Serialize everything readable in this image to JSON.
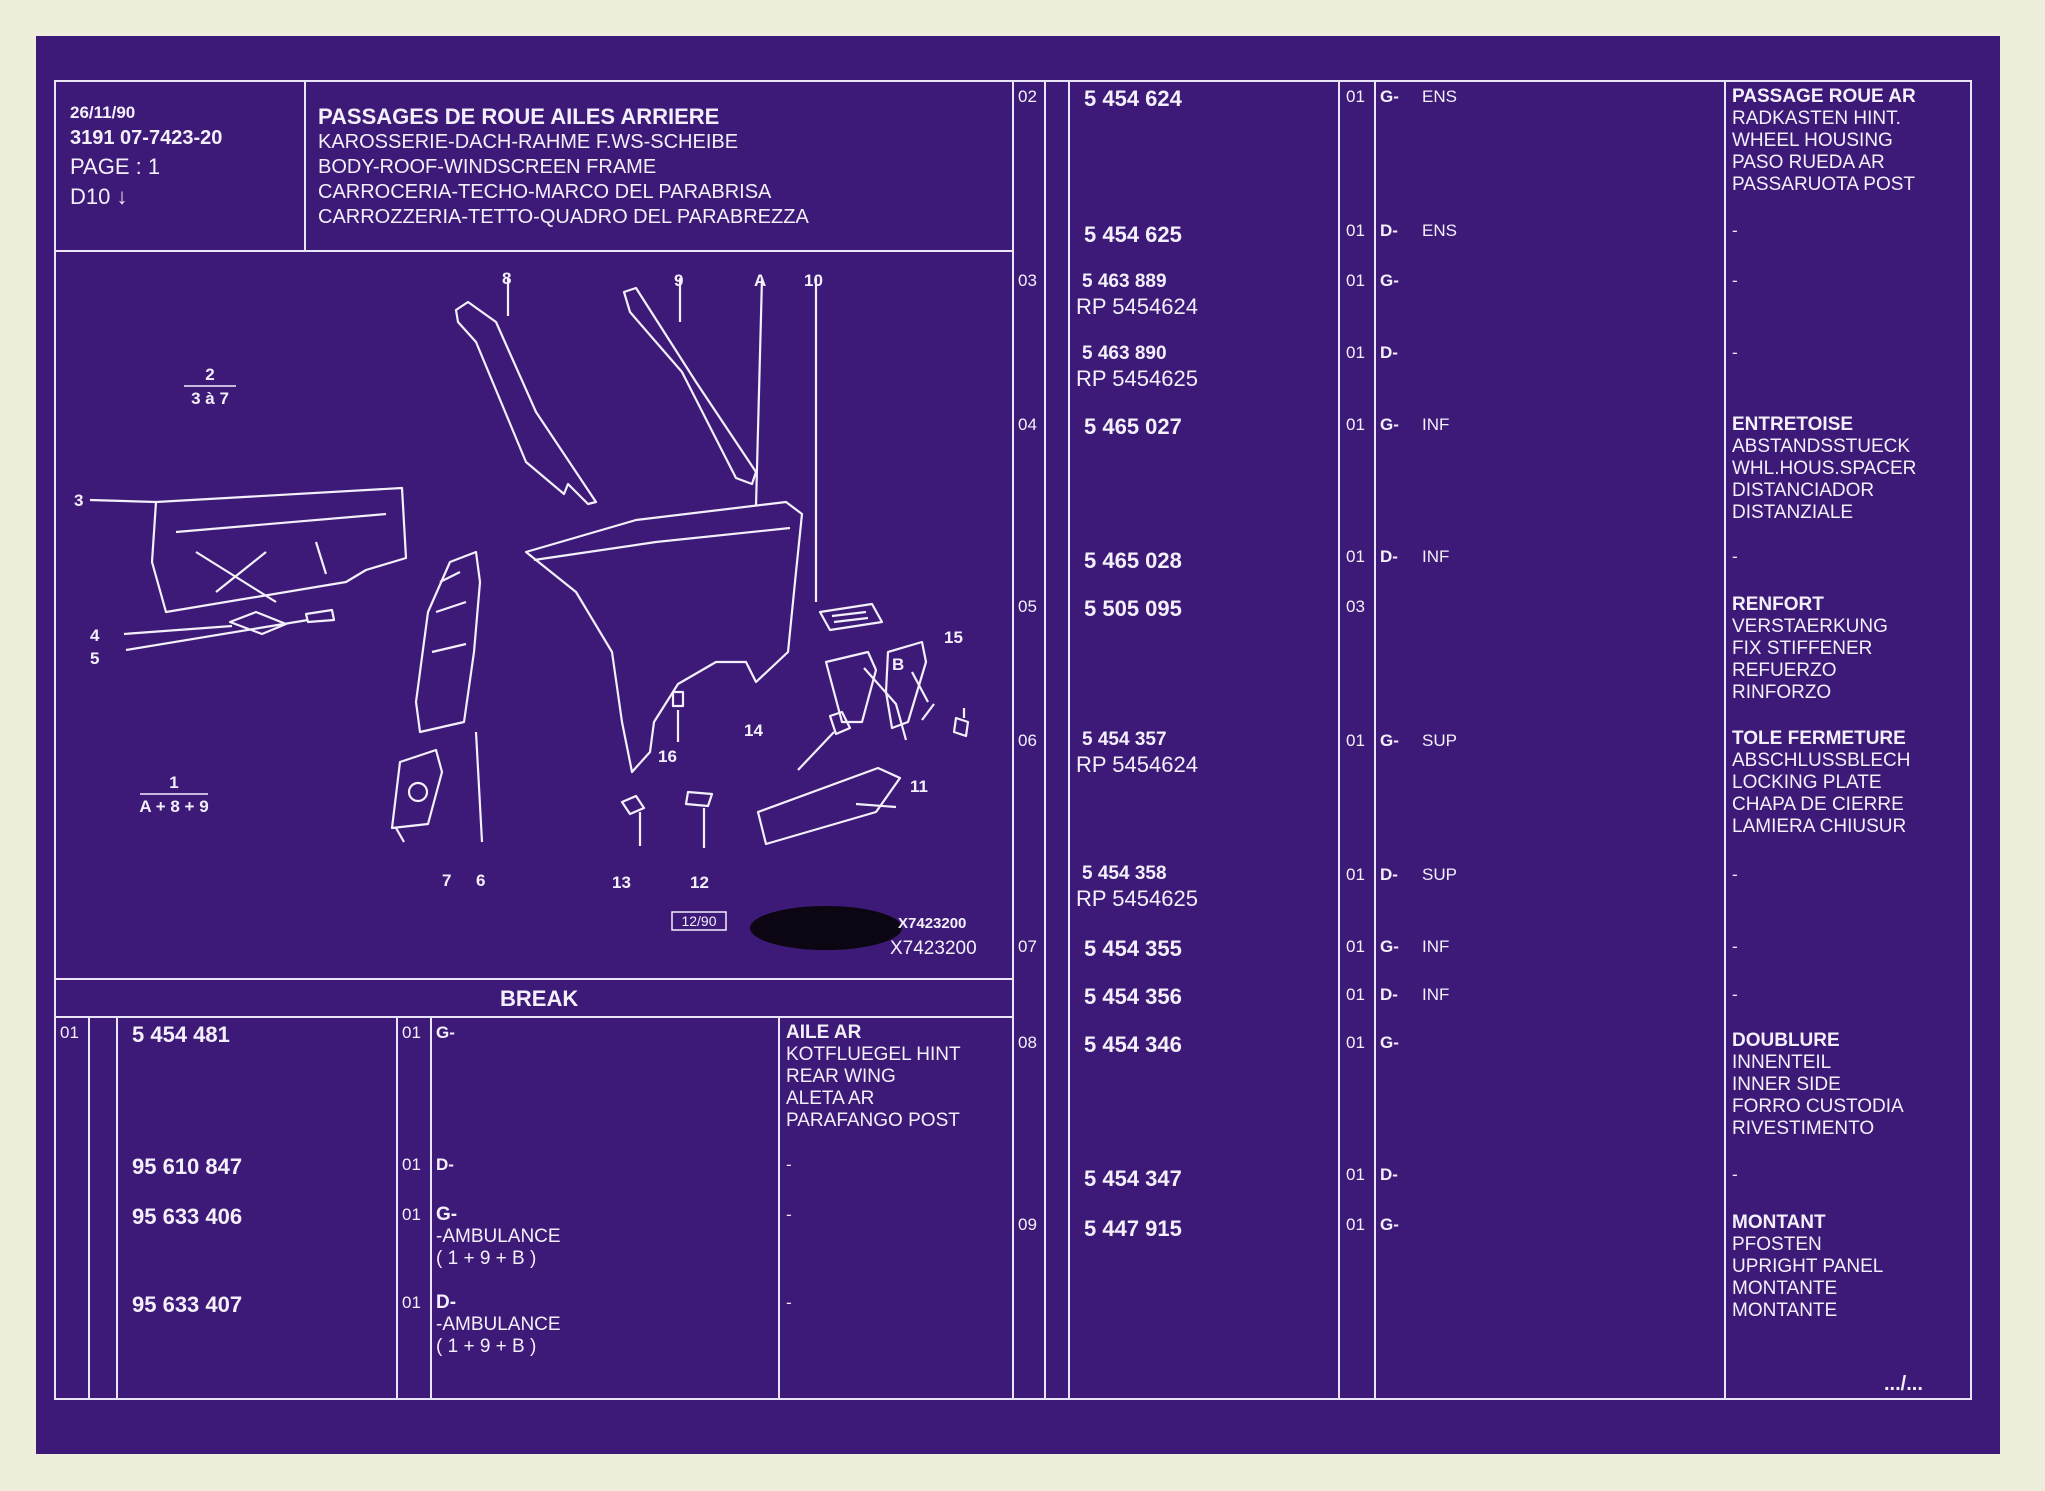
{
  "header": {
    "date": "26/11/90",
    "reference": "3191 07-7423-20",
    "page": "PAGE : 1",
    "section": "D10 ↓",
    "title": "PASSAGES DE ROUE   AILES ARRIERE",
    "subtitles": [
      "KAROSSERIE-DACH-RAHME F.WS-SCHEIBE",
      "BODY-ROOF-WINDSCREEN FRAME",
      "CARROCERIA-TECHO-MARCO DEL PARABRISA",
      "CARROZZERIA-TETTO-QUADRO DEL PARABREZZA"
    ]
  },
  "diagram": {
    "labels": {
      "group2_top": "2",
      "group2_bottom": "3 à 7",
      "group1_top": "1",
      "group1_bottom": "A + 8 + 9",
      "n3": "3",
      "n4": "4",
      "n5": "5",
      "n6": "6",
      "n7": "7",
      "n8": "8",
      "n9": "9",
      "nA": "A",
      "n10": "10",
      "nB": "B",
      "n11": "11",
      "n12": "12",
      "n13": "13",
      "n14": "14",
      "n15": "15",
      "n16": "16"
    },
    "date_box": "12/90",
    "code_small": "X7423200",
    "code_large": "X7423200"
  },
  "break_section": {
    "title": "BREAK",
    "rows": [
      {
        "ref": "01",
        "part": "5 454 481",
        "qty": "01",
        "side": "G-",
        "extra": [],
        "desc_bold": "AILE AR",
        "desc": [
          "KOTFLUEGEL HINT",
          "REAR WING",
          "ALETA AR",
          "PARAFANGO POST"
        ]
      },
      {
        "ref": "",
        "part": "95 610 847",
        "qty": "01",
        "side": "D-",
        "extra": [],
        "desc_bold": "",
        "desc": [
          "-"
        ]
      },
      {
        "ref": "",
        "part": "95 633 406",
        "qty": "01",
        "side": "G-",
        "extra": [
          "-AMBULANCE",
          "( 1 + 9 + B )"
        ],
        "desc_bold": "",
        "desc": [
          "-"
        ]
      },
      {
        "ref": "",
        "part": "95 633 407",
        "qty": "01",
        "side": "D-",
        "extra": [
          "-AMBULANCE",
          "( 1 + 9 + B )"
        ],
        "desc_bold": "",
        "desc": [
          "-"
        ]
      }
    ]
  },
  "parts": [
    {
      "ref": "02",
      "part": "5 454 624",
      "rp": "",
      "qty": "01",
      "side": "G-",
      "variant": "ENS",
      "desc_bold": "PASSAGE ROUE AR",
      "desc": [
        "RADKASTEN HINT.",
        "WHEEL HOUSING",
        "PASO RUEDA AR",
        "PASSARUOTA POST"
      ]
    },
    {
      "ref": "",
      "part": "5 454 625",
      "rp": "",
      "qty": "01",
      "side": "D-",
      "variant": "ENS",
      "desc_bold": "",
      "desc": [
        "-"
      ]
    },
    {
      "ref": "03",
      "part": "5 463 889",
      "rp": "RP  5454624",
      "qty": "01",
      "side": "G-",
      "variant": "",
      "desc_bold": "",
      "desc": [
        "-"
      ]
    },
    {
      "ref": "",
      "part": "5 463 890",
      "rp": "RP  5454625",
      "qty": "01",
      "side": "D-",
      "variant": "",
      "desc_bold": "",
      "desc": [
        "-"
      ]
    },
    {
      "ref": "04",
      "part": "5 465 027",
      "rp": "",
      "qty": "01",
      "side": "G-",
      "variant": "INF",
      "desc_bold": "ENTRETOISE",
      "desc": [
        "ABSTANDSSTUECK",
        "WHL.HOUS.SPACER",
        "DISTANCIADOR",
        "DISTANZIALE"
      ]
    },
    {
      "ref": "",
      "part": "5 465 028",
      "rp": "",
      "qty": "01",
      "side": "D-",
      "variant": "INF",
      "desc_bold": "",
      "desc": [
        "-"
      ]
    },
    {
      "ref": "05",
      "part": "5 505 095",
      "rp": "",
      "qty": "03",
      "side": "",
      "variant": "",
      "desc_bold": "RENFORT",
      "desc": [
        "VERSTAERKUNG",
        "FIX STIFFENER",
        "REFUERZO",
        "RINFORZO"
      ]
    },
    {
      "ref": "06",
      "part": "5 454 357",
      "rp": "RP  5454624",
      "qty": "01",
      "side": "G-",
      "variant": "SUP",
      "desc_bold": "TOLE FERMETURE",
      "desc": [
        "ABSCHLUSSBLECH",
        "LOCKING PLATE",
        "CHAPA DE CIERRE",
        "LAMIERA CHIUSUR"
      ]
    },
    {
      "ref": "",
      "part": "5 454 358",
      "rp": "RP  5454625",
      "qty": "01",
      "side": "D-",
      "variant": "SUP",
      "desc_bold": "",
      "desc": [
        "-"
      ]
    },
    {
      "ref": "07",
      "part": "5 454 355",
      "rp": "",
      "qty": "01",
      "side": "G-",
      "variant": "INF",
      "desc_bold": "",
      "desc": [
        "-"
      ]
    },
    {
      "ref": "",
      "part": "5 454 356",
      "rp": "",
      "qty": "01",
      "side": "D-",
      "variant": "INF",
      "desc_bold": "",
      "desc": [
        "-"
      ]
    },
    {
      "ref": "08",
      "part": "5 454 346",
      "rp": "",
      "qty": "01",
      "side": "G-",
      "variant": "",
      "desc_bold": "DOUBLURE",
      "desc": [
        "INNENTEIL",
        "INNER SIDE",
        "FORRO CUSTODIA",
        "RIVESTIMENTO"
      ]
    },
    {
      "ref": "",
      "part": "5 454 347",
      "rp": "",
      "qty": "01",
      "side": "D-",
      "variant": "",
      "desc_bold": "",
      "desc": [
        "-"
      ]
    },
    {
      "ref": "09",
      "part": "5 447 915",
      "rp": "",
      "qty": "01",
      "side": "G-",
      "variant": "",
      "desc_bold": "MONTANT",
      "desc": [
        "PFOSTEN",
        "UPRIGHT PANEL",
        "MONTANTE",
        "MONTANTE"
      ]
    }
  ],
  "footer": {
    "continuation": ".../..."
  },
  "colors": {
    "background": "#3e1a78",
    "ink": "#f3f0fb",
    "paper": "#efeedd"
  }
}
